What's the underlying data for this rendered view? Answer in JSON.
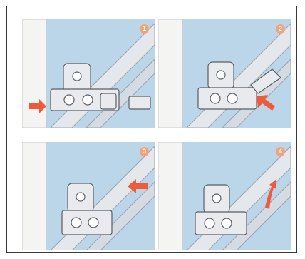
{
  "steps": [
    {
      "number": "1",
      "arrow": "right-arrow-icon"
    },
    {
      "number": "2",
      "arrow": "diagonal-arrow-icon"
    },
    {
      "number": "3",
      "arrow": "left-arrow-icon"
    },
    {
      "number": "4",
      "arrow": "curved-up-arrow-icon"
    }
  ],
  "colors": {
    "background_blue": "#bcd6e9",
    "cabinet_side": "#f4f4f2",
    "hinge_metal": "#e9eaee",
    "hinge_outline": "#5a5f66",
    "arrow": "#ef5a3a",
    "step_badge": "#f2a37a"
  }
}
